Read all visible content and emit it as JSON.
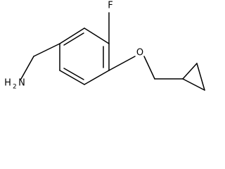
{
  "molecule": {
    "atoms": {
      "fluorine": "F",
      "oxygen": "O",
      "amine_h": "H",
      "amine_sub": "2",
      "amine_n": "N"
    },
    "colors": {
      "bond": "#000000",
      "label": "#000000",
      "background": "#ffffff"
    }
  }
}
